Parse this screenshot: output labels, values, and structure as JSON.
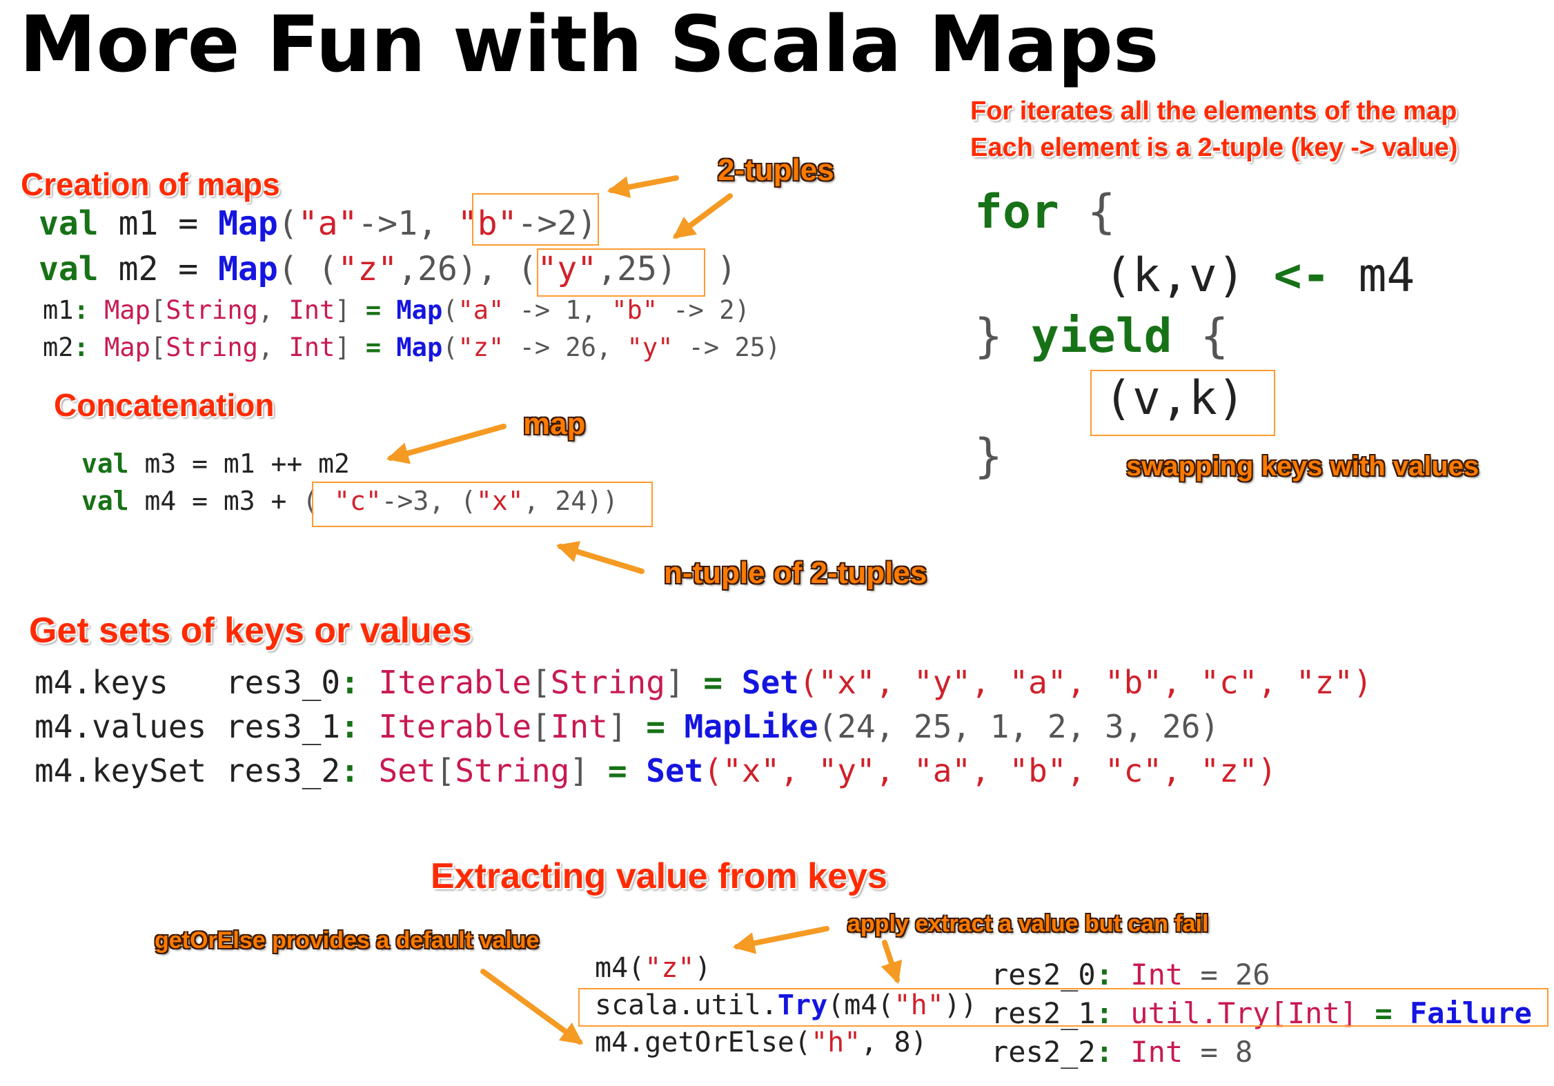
{
  "title": "More Fun with Scala Maps",
  "headings": {
    "creation": "Creation of maps",
    "concat": "Concatenation",
    "sets": "Get sets of keys or values",
    "extract": "Extracting value from keys"
  },
  "for_notes": {
    "line1": "For iterates all the elements of the map",
    "line2": "Each element is a 2-tuple (key -> value)"
  },
  "notes": {
    "tuples": "2-tuples",
    "map": "map",
    "ntuple": "n-tuple of 2-tuples",
    "swap": "swapping keys with values",
    "getorelse": "getOrElse provides a default value",
    "apply": "apply extract a value but can fail"
  },
  "creation_code": {
    "l1": {
      "val": "val",
      "name": " m1 = ",
      "map": "Map",
      "a": "(",
      "s1": "\"a\"",
      "b": "->1, ",
      "s2": "\"b\"",
      "c": "->2)"
    },
    "l2": {
      "val": "val",
      "name": " m2 = ",
      "map": "Map",
      "a": "( (",
      "s1": "\"z\"",
      "b": ",26), (",
      "s2": "\"y\"",
      "c": ",25)  )"
    },
    "r1": {
      "name": "m1",
      "colon": ": ",
      "t1": "Map",
      "t2": "[",
      "t3": "String",
      "t4": ", ",
      "t5": "Int",
      "t6": "]",
      "eq": " = ",
      "map": "Map",
      "a": "(",
      "s1": "\"a\"",
      "b": " -> 1, ",
      "s2": "\"b\"",
      "c": " -> 2)"
    },
    "r2": {
      "name": "m2",
      "colon": ": ",
      "t1": "Map",
      "t2": "[",
      "t3": "String",
      "t4": ", ",
      "t5": "Int",
      "t6": "]",
      "eq": " = ",
      "map": "Map",
      "a": "(",
      "s1": "\"z\"",
      "b": " -> 26, ",
      "s2": "\"y\"",
      "c": " -> 25)"
    }
  },
  "concat_code": {
    "l1": {
      "val": "val",
      "rest": " m3 = m1 ++ m2"
    },
    "l2": {
      "val": "val",
      "rest": " m4 = m3 + ",
      "a": "( ",
      "s1": "\"c\"",
      "b": "->3, (",
      "s2": "\"x\"",
      "c": ", 24))"
    }
  },
  "for_code": {
    "l1_kw": "for",
    "l1_rest": " {",
    "l2_a": "(k,v) ",
    "l2_op": "<-",
    "l2_b": " m4",
    "l3_a": "} ",
    "l3_kw": "yield",
    "l3_b": " {",
    "l4": "(v,k)",
    "l5": "}"
  },
  "sets_code": [
    {
      "expr": "m4.keys  ",
      "res": "res3_0",
      "colon": ": ",
      "type": "Iterable",
      "tp1": "[",
      "tp2": "String",
      "tp3": "]",
      "eq": " = ",
      "ctor": "Set",
      "vals": "(\"x\", \"y\", \"a\", \"b\", \"c\", \"z\")"
    },
    {
      "expr": "m4.values",
      "res": "res3_1",
      "colon": ": ",
      "type": "Iterable",
      "tp1": "[",
      "tp2": "Int",
      "tp3": "]",
      "eq": " = ",
      "ctor": "MapLike",
      "vals": "(24, 25, 1, 2, 3, 26)"
    },
    {
      "expr": "m4.keySet",
      "res": "res3_2",
      "colon": ": ",
      "type": "Set",
      "tp1": "[",
      "tp2": "String",
      "tp3": "]",
      "eq": " = ",
      "ctor": "Set",
      "vals": "(\"x\", \"y\", \"a\", \"b\", \"c\", \"z\")"
    }
  ],
  "extract_code": {
    "e1": {
      "a": "m4(",
      "s": "\"z\"",
      "b": ")"
    },
    "e2": {
      "a": "scala.util.",
      "t": "Try",
      "b": "(m4(",
      "s": "\"h\"",
      "c": "))"
    },
    "e3": {
      "a": "m4.getOrElse(",
      "s": "\"h\"",
      "b": ", 8)"
    },
    "r1": {
      "res": "res2_0",
      "colon": ": ",
      "type": "Int",
      "rest": " = 26"
    },
    "r2": {
      "res": "res2_1",
      "colon": ": ",
      "type": "util.Try[Int]",
      "eq": " = ",
      "val": "Failure"
    },
    "r3": {
      "res": "res2_2",
      "colon": ": ",
      "type": "Int",
      "rest": " = 8"
    }
  },
  "colors": {
    "heading": "#ff2a00",
    "note": "#ff7a00",
    "keyword": "#177217",
    "map": "#1515e0",
    "string": "#d0202a",
    "type": "#c81a50",
    "box": "#ff9a30"
  }
}
